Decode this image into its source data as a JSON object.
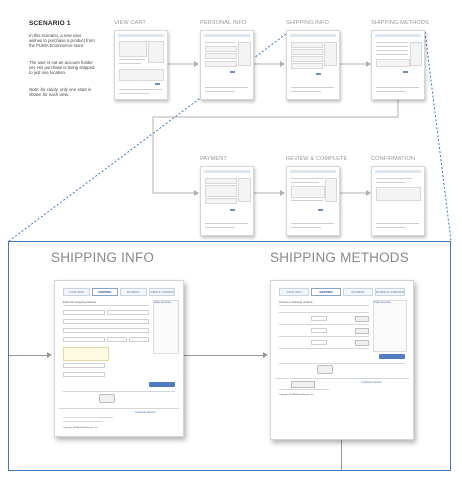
{
  "scenario": {
    "title": "SCENARIO 1",
    "paragraphs": [
      "In this scenario, a new user wishes to purchase a product from the PUMA Ecommerce store.",
      "The user is not an account holder yet. His purchase is being shipped to just one location."
    ],
    "note": "Note: for clarity, only one state is shown for each view."
  },
  "steps": {
    "view_cart": "VIEW CART",
    "personal_info": "PERSONAL INFO",
    "shipping_info": "SHIPPING INFO",
    "shipping_methods": "SHIPPING METHODS",
    "payment": "PAYMENT",
    "review_complete": "REVIEW & COMPLETE",
    "confirmation": "CONFIRMATION"
  },
  "detail": {
    "shipping_info_title": "SHIPPING INFO",
    "shipping_methods_title": "SHIPPING METHODS"
  },
  "mock": {
    "tabs": [
      "Your Info",
      "Shipping",
      "Payment",
      "Review & Complete"
    ],
    "shipping_heading": "Enter the shipping address",
    "methods_heading": "Choose a shipping method",
    "order_summary": "Order Summary",
    "continue": "Continue",
    "secure": "Secure Checkout",
    "customer_service": "Customer Service",
    "footer": "Copyright PUMA North America, Inc."
  },
  "colors": {
    "detail_border": "#3f78c2",
    "dotted_connector": "#3f78c2",
    "arrow": "#9a9a9a",
    "button": "#4f7bc0"
  }
}
